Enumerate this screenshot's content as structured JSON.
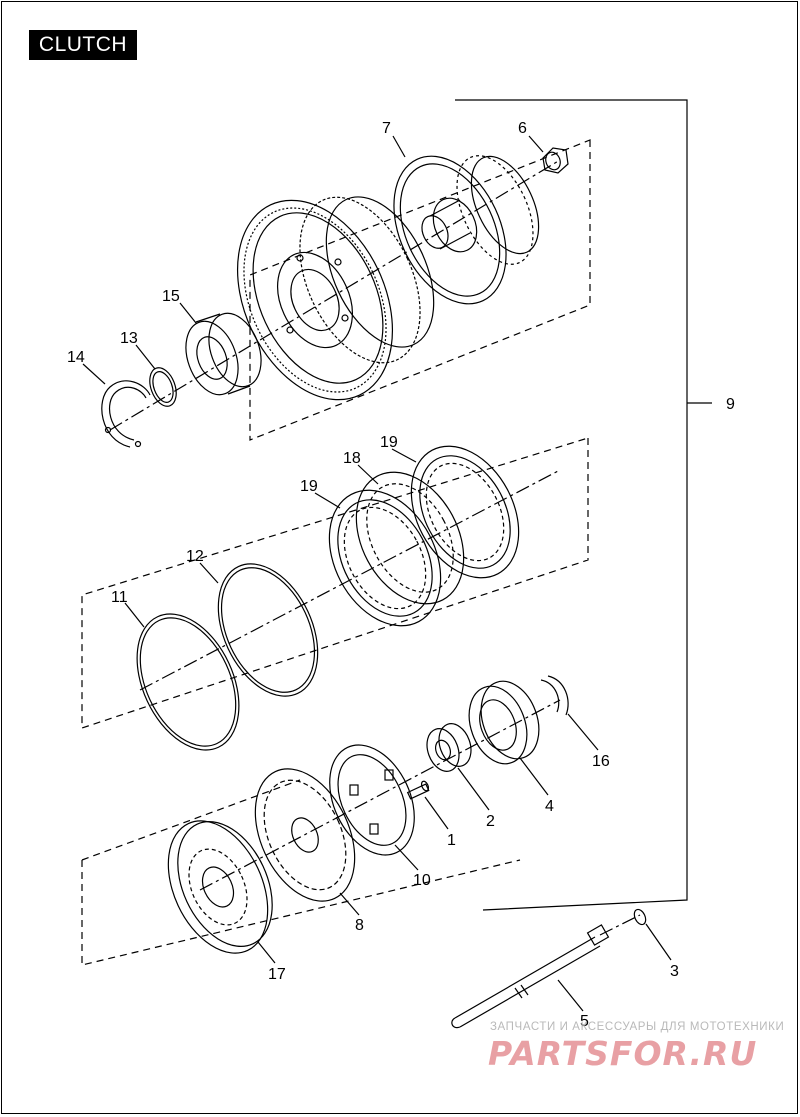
{
  "header": {
    "title": "CLUTCH"
  },
  "callouts": {
    "c1": "1",
    "c2": "2",
    "c3": "3",
    "c4": "4",
    "c5": "5",
    "c6": "6",
    "c7": "7",
    "c8": "8",
    "c9": "9",
    "c10": "10",
    "c11": "11",
    "c12": "12",
    "c13": "13",
    "c14": "14",
    "c15": "15",
    "c16": "16",
    "c17": "17",
    "c18": "18",
    "c19a": "19",
    "c19b": "19"
  },
  "watermark": {
    "tagline": "ЗАПЧАСТИ И АКСЕССУАРЫ ДЛЯ МОТОТЕХНИКИ",
    "logo": "PARTSFOR.RU"
  },
  "colors": {
    "line": "#000000",
    "background": "#ffffff",
    "watermark_text": "#b9b9b9",
    "watermark_logo": "#e8a0a4"
  }
}
